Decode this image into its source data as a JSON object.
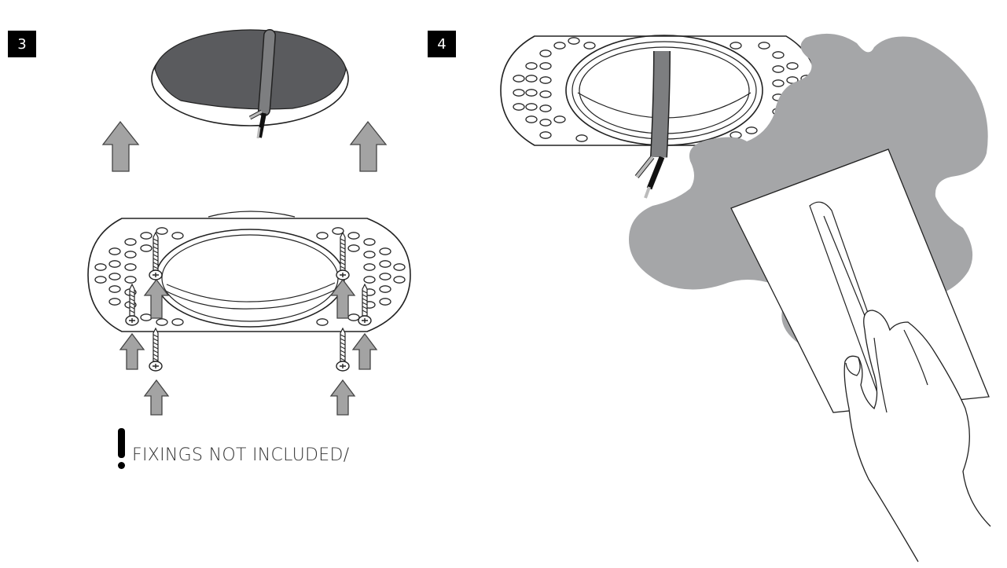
{
  "steps": [
    {
      "number": "3"
    },
    {
      "number": "4"
    }
  ],
  "warning": {
    "text": "FIXINGS NOT INCLUDED/"
  },
  "colors": {
    "badge": "#000000",
    "arrow_fill": "#a3a3a3",
    "plaster": "#a5a6a8",
    "cutout_dark": "#5a5b5e",
    "cable": "#7d7e80"
  }
}
